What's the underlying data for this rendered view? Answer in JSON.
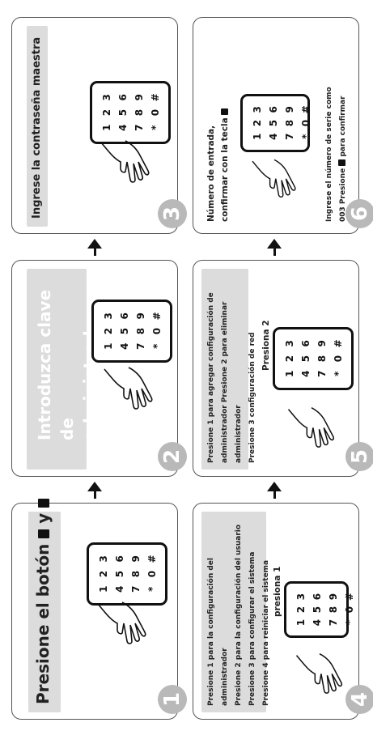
{
  "steps": [
    {
      "num": "1",
      "text_before": "Presione el botón",
      "text_mid": " y",
      "text_after": ""
    },
    {
      "num": "2",
      "text_line1": "Introduzca clave de",
      "text_line2": "administrador"
    },
    {
      "num": "3",
      "text": "Ingrese la contraseña maestra"
    },
    {
      "num": "4",
      "lines": [
        "Presione 1 para la configuración del administrador",
        "Presione 2 para la configuración del usuario",
        "Presione 3 para configurar el sistema",
        "Presione 4 para reiniciar el sistema"
      ],
      "press_label": "presiona 1"
    },
    {
      "num": "5",
      "lines": [
        "Presione 1 para agregar configuración de",
        "administrador Presione 2 para eliminar administrador",
        "Presione 3 configuración de red"
      ],
      "press_label": "Presiona 2"
    },
    {
      "num": "6",
      "header_line1": "Número de entrada,",
      "header_line2": "confirmar con la tecla",
      "footer_line1": "Ingrese el número de serie como",
      "footer_line2a": "003 Presione",
      "footer_line2b": "para confirmar"
    }
  ],
  "keypad_keys": [
    "1",
    "2",
    "3",
    "4",
    "5",
    "6",
    "7",
    "8",
    "9",
    "*",
    "0",
    "#"
  ],
  "colors": {
    "band": "#dcdcdc",
    "step_circle": "#b9b9b9",
    "border": "#555555"
  }
}
